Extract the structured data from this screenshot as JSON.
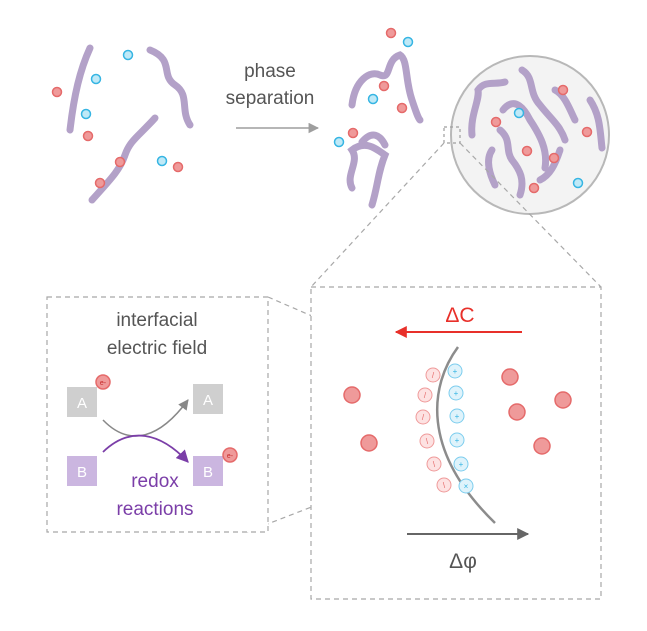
{
  "labels": {
    "phase_line1": "phase",
    "phase_line2": "separation",
    "interfacial_line1": "interfacial",
    "interfacial_line2": "electric field",
    "species_a": "A",
    "species_b": "B",
    "electron": "e-",
    "redox_line1": "redox",
    "redox_line2": "reactions",
    "delta_c": "ΔC",
    "delta_phi": "Δφ"
  },
  "colors": {
    "polymer": "#b3a1c8",
    "cation_fill": "#ef9a9a",
    "cation_stroke": "#e56a6a",
    "anion_fill": "#bfe9f7",
    "anion_stroke": "#36b5e3",
    "arrow_red": "#e8302a",
    "arrow_gray": "#8c8c8c",
    "purple": "#7b3ea8",
    "box_a": "#cfcfcf",
    "box_b": "#cbb6e0",
    "dash": "#9e9e9e"
  },
  "icons": {
    "cation": "red-ion-circle",
    "anion": "blue-ion-circle",
    "polymer": "purple-polymer-strand"
  }
}
